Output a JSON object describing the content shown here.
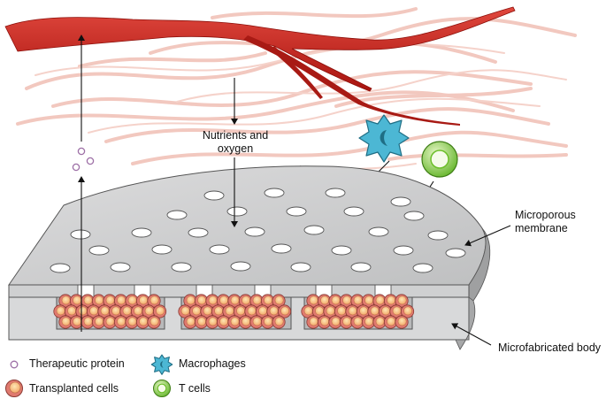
{
  "labels": {
    "nutrients_line1": "Nutrients and",
    "nutrients_line2": "oxygen",
    "membrane_line1": "Microporous",
    "membrane_line2": "membrane",
    "body": "Microfabricated body"
  },
  "legend": {
    "therapeutic_protein": "Therapeutic protein",
    "transplanted_cells": "Transplanted cells",
    "macrophages": "Macrophages",
    "t_cells": "T cells"
  },
  "colors": {
    "vessel": "#c8261f",
    "tissue_fiber": "#f1c6bd",
    "device_top": "#c9cacb",
    "device_side": "#bdbebf",
    "cell_outer": "#e07a6f",
    "cell_inner": "#f6b877",
    "macrophage": "#4cb7d4",
    "t_cell": "#6cbf2a",
    "protein": "#9d6fa6"
  }
}
